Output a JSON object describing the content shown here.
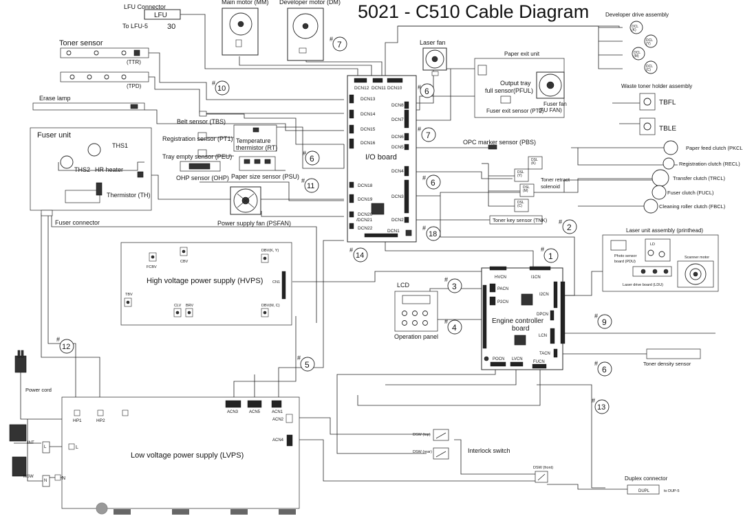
{
  "title": "5021 - C510  Cable Diagram",
  "lfu": {
    "title": "LFU Connector",
    "box": "LFU",
    "to": "To LFU-5",
    "num": "30"
  },
  "motors": {
    "mm": "Main motor (MM)",
    "dm": "Developer motor (DM)"
  },
  "toner_sensor": {
    "title": "Toner sensor",
    "ttr": "(TTR)",
    "tpd": "(TPD)"
  },
  "erase_lamp": "Erase lamp",
  "fuser": {
    "title": "Fuser unit",
    "ths1": "THS1",
    "ths2": "THS2",
    "heater": "HR heater",
    "th": "Thermistor (TH)",
    "connector": "Fuser connector"
  },
  "sensors": {
    "tbs": "Belt sensor (TBS)",
    "pt1": "Registration sensor (PT1)",
    "peu": "Tray empty sensor (PEU)",
    "ohp": "OHP sensor (OHP)",
    "temp1": "Temperature",
    "temp2": "thermistor (RT)",
    "psu": "Paper size sensor (PSU)",
    "psfan": "Power supply fan (PSFAN)"
  },
  "laser_fan": "Laser fan",
  "paper_exit": {
    "title": "Paper exit unit",
    "out1": "Output tray",
    "out2": "full sensor(PFUL)",
    "pt2": "Fuser exit sensor (PT2)",
    "fan1": "Fuser fan",
    "fan2": "(FU FAN)"
  },
  "io_board": {
    "title": "I/O board",
    "dcn12": "DCN12",
    "dcn11": "DCN11",
    "dcn10": "DCN10",
    "dcn13": "DCN13",
    "dcn14": "DCN14",
    "dcn15": "DCN15",
    "dcn16": "DCN16",
    "dcn18": "DCN18",
    "dcn19": "DCN19",
    "dcn20": "DCN20",
    "dcn21": "/DCN21",
    "dcn22": "DCN22",
    "dcn1": "DCN1",
    "dcn8": "DCN8",
    "dcn7": "DCN7",
    "dcn6": "DCN6",
    "dcn5": "DCN5",
    "dcn4": "DCN4",
    "dcn3": "DCN3",
    "dcn2": "DCN2"
  },
  "developer_drive": {
    "title": "Developer drive assembly",
    "k": "DCL\n(K)",
    "y": "DCL\n(Y)",
    "m": "DCL\n(M)",
    "c": "DCL\n(C)"
  },
  "waste_toner": {
    "title": "Waste toner holder assembly",
    "tbfl": "TBFL",
    "tble": "TBLE"
  },
  "opc": "OPC marker sensor (PBS)",
  "dsl": {
    "k": "DSL\n(K)",
    "y": "DSL\n(Y)",
    "m": "DSL\n(M)",
    "c": "DSL\n(C)",
    "label1": "Toner retract",
    "label2": "solenoid"
  },
  "clutches": {
    "pkclu": "Paper feed clutch (PKCLU)",
    "recl": "Registration clutch (RECL)",
    "trcl": "Transfer clutch (TRCL)",
    "fucl": "Fuser clutch (FUCL)",
    "fbcl": "Cleaning roller clutch (FBCL)"
  },
  "tnk": "Toner key sensor (TNK)",
  "laser_unit": {
    "title": "Laser unit assembly (printhead)",
    "ld": "LD",
    "pdu1": "Photo sensor",
    "pdu2": "board (PDU)",
    "ldu": "Laser drive board (LDU)",
    "scanner": "Scanner motor"
  },
  "hvps": {
    "title": "High voltage power supply (HVPS)",
    "fcbv": "FCBV",
    "cbv": "CBV",
    "dbvky": "DBV(K, Y)",
    "cn1": "CN1",
    "tbv": "TBV",
    "clv": "CLV",
    "brv": "BRV",
    "dbvmc": "DBV(M, C)"
  },
  "engine": {
    "title1": "Engine controller",
    "title2": "board",
    "hvcn": "HVCN",
    "i1cn": "I1CN",
    "pacn": "PACN",
    "p2cn": "P2CN",
    "i2cn": "I2CN",
    "dpcn": "DPCN",
    "lcn": "LCN",
    "tacn": "TACN",
    "pocn": "POCN",
    "lvcn": "LVCN",
    "fucn": "FUCN"
  },
  "lcd": "LCD",
  "operation_panel": "Operation panel",
  "toner_density": "Toner density sensor",
  "power": {
    "cord": "Power cord",
    "int": "INT",
    "msw": "MSW",
    "l": "L",
    "n": "N"
  },
  "lvps": {
    "title": "Low voltage power supply (LVPS)",
    "hp1": "HP1",
    "hp2": "HP2",
    "acn3": "ACN3",
    "acn5": "ACN5",
    "acn1": "ACN1",
    "acn2": "ACN2",
    "acn4": "ACN4"
  },
  "interlock": {
    "title": "Interlock switch",
    "top": "DSW (top)",
    "rear": "DSW (rear)",
    "front": "DSW (front)"
  },
  "duplex": {
    "title": "Duplex connector",
    "dupl": "DUPL",
    "to": "to DUP-5"
  },
  "markers": {
    "m1": "1",
    "m2": "2",
    "m3": "3",
    "m4": "4",
    "m5": "5",
    "m6a": "6",
    "m6b": "6",
    "m6c": "6",
    "m6d": "6",
    "m7a": "7",
    "m7b": "7",
    "m9": "9",
    "m10": "10",
    "m11": "11",
    "m12": "12",
    "m13": "13",
    "m14": "14",
    "m18": "18",
    "hash": "#"
  }
}
